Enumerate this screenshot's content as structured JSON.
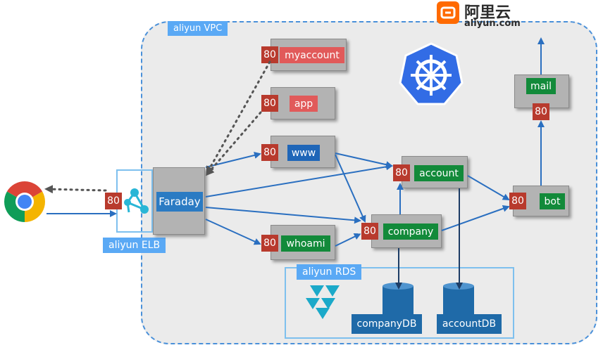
{
  "labels": {
    "vpc": "aliyun VPC",
    "elb": "aliyun ELB",
    "rds": "aliyun RDS",
    "brand_cn": "阿里云",
    "brand_url": "aliyun.com"
  },
  "services": {
    "myaccount": "myaccount",
    "app": "app",
    "www": "www",
    "whoami": "whoami",
    "account": "account",
    "company": "company",
    "bot": "bot",
    "mail": "mail",
    "faraday": "Faraday"
  },
  "ports": {
    "myaccount": "80",
    "app": "80",
    "www": "80",
    "whoami": "80",
    "account": "80",
    "company": "80",
    "bot": "80",
    "mail": "80",
    "elb": "80"
  },
  "databases": {
    "company": "companyDB",
    "account": "accountDB"
  },
  "colors": {
    "vpc_border": "#4a90d9",
    "tag_bg": "#5aa9f5",
    "port_bg": "#b83a2d",
    "label_red": "#e15a5a",
    "label_blue": "#1f66b8",
    "label_green": "#128a3a",
    "arrow": "#2a6fc0",
    "k8s": "#326ce5",
    "aliyun_orange": "#ff6a00"
  },
  "icons": [
    "chrome-icon",
    "elb-icon",
    "kubernetes-icon",
    "rds-icon",
    "database-icon",
    "aliyun-logo-icon"
  ]
}
